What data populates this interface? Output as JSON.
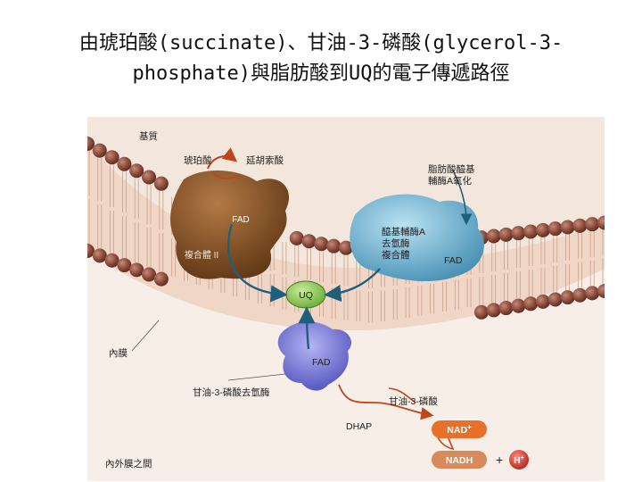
{
  "title": {
    "line1": "由琥珀酸(succinate)、甘油-3-磷酸(glycerol-3-",
    "line2": "phosphate)與脂肪酸到UQ的電子傳遞路徑"
  },
  "diagram": {
    "matrix_label": "基質",
    "succinate_label": "琥珀酸",
    "fumarate_label": "延胡索酸",
    "complex2_fad": "FAD",
    "complex2_label": "複合體 II",
    "fatty_acid_label": "脂肪酸醯基\n輔酶A氧化",
    "acylcoa_label": "醯基輔酶A\n去氫酶\n複合體",
    "acylcoa_fad": "FAD",
    "uq_label": "UQ",
    "inner_membrane_label": "內膜",
    "g3pdh_fad": "FAD",
    "g3pdh_label": "甘油-3-磷酸去氫酶",
    "g3p_label": "甘油-3-磷酸",
    "dhap_label": "DHAP",
    "nad_label": "NAD",
    "nadh_label": "NADH",
    "plus_label": "+",
    "h_label": "H",
    "intermembrane_label": "內外膜之間"
  },
  "colors": {
    "membrane_head": "#8a4a3a",
    "complex2": "#7a4a22",
    "acylcoa": "#5fa9cc",
    "uq": "#7cbf4a",
    "g3pdh": "#6f6fd0",
    "nad_pill": "#e8702a",
    "nadh_pill": "#d98a5a",
    "h_circle": "#d9342b",
    "arrow_main": "#1f5f7a",
    "arrow_side": "#c0441c"
  }
}
